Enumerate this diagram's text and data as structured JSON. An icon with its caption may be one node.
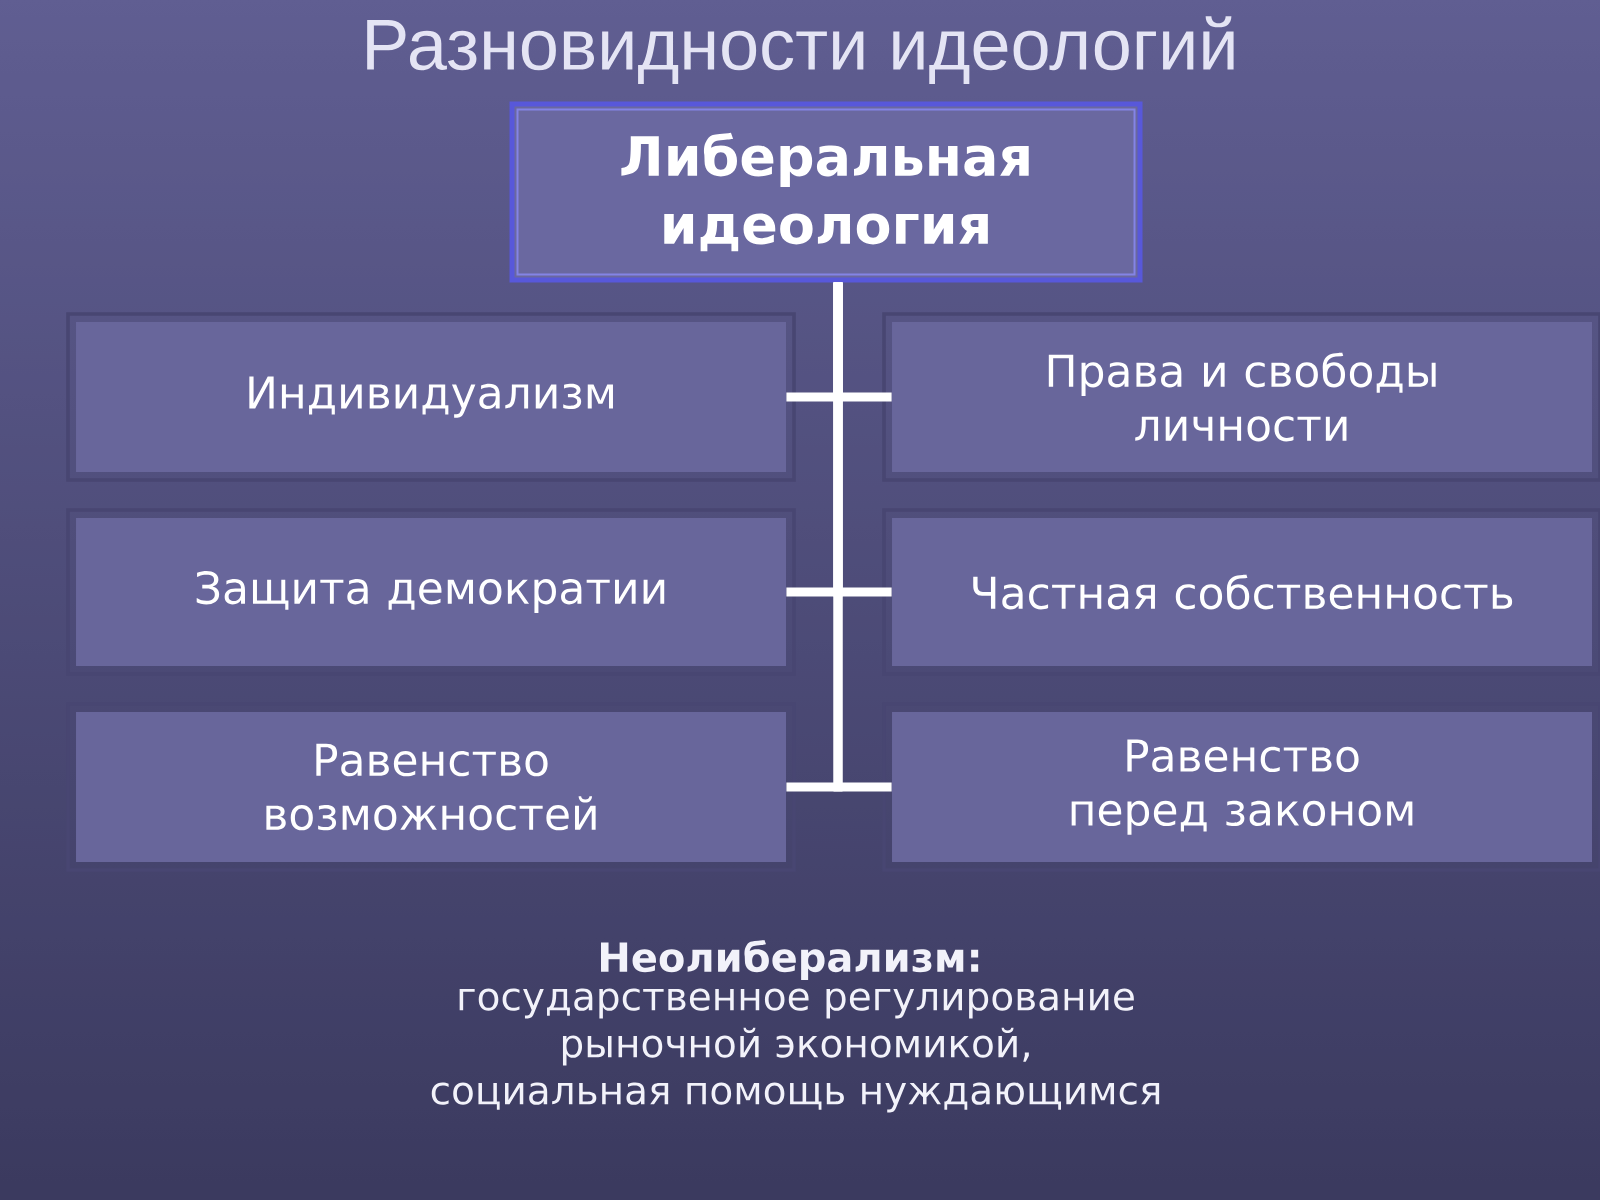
{
  "diagram": {
    "title": "Разновидности идеологий",
    "nodes": [
      {
        "text": [
          "Либеральная идеология"
        ]
      },
      {
        "text": [
          "Индивидуализм"
        ]
      },
      {
        "text": [
          "Права и свободы личности"
        ]
      },
      {
        "text": [
          "Защита демократии"
        ]
      },
      {
        "text": [
          "Частная собственность"
        ]
      },
      {
        "text": [
          "Равенство возможностей"
        ]
      },
      {
        "text": [
          "Равенство перед законом"
        ]
      }
    ],
    "edges": [
      {
        "from": 0,
        "to": 1,
        "arrow": "none"
      },
      {
        "from": 0,
        "to": 2,
        "arrow": "none"
      },
      {
        "from": 0,
        "to": 3,
        "arrow": "none"
      },
      {
        "from": 0,
        "to": 4,
        "arrow": "none"
      },
      {
        "from": 0,
        "to": 5,
        "arrow": "none"
      },
      {
        "from": 0,
        "to": 6,
        "arrow": "none"
      }
    ],
    "labels": [
      "Неолиберализм:",
      "государственное регулирование рыночной экономикой, социальная помощь нуждающимся"
    ]
  }
}
